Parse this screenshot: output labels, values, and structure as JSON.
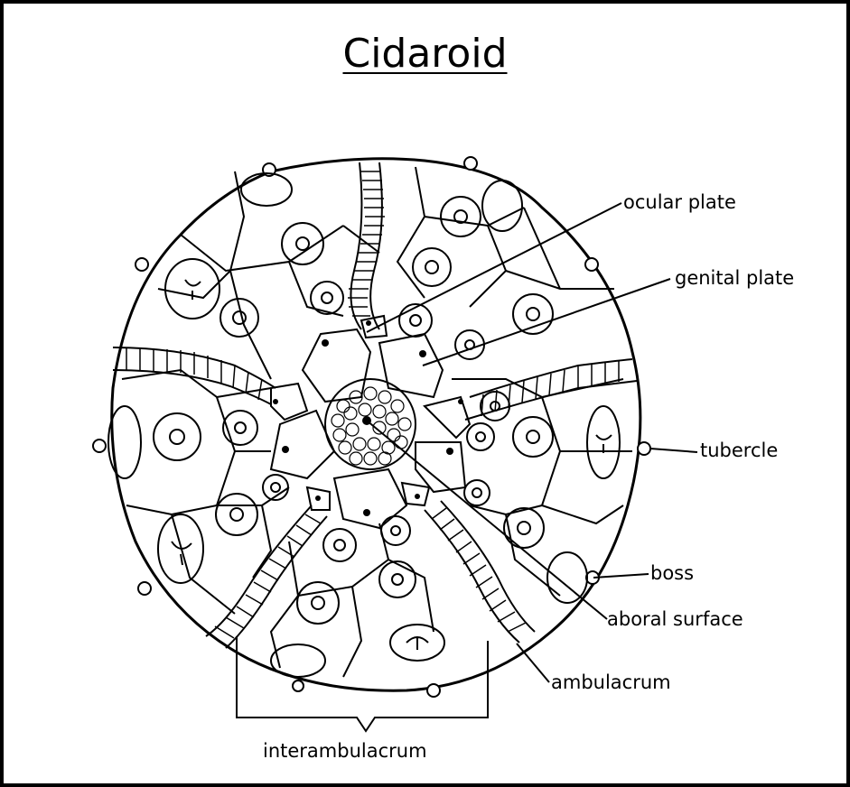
{
  "diagram": {
    "title": "Cidaroid",
    "labels": {
      "ocular_plate": "ocular plate",
      "genital_plate": "genital plate",
      "tubercle": "tubercle",
      "boss": "boss",
      "aboral_surface": "aboral surface",
      "ambulacrum": "ambulacrum",
      "interambulacrum": "interambulacrum"
    }
  }
}
